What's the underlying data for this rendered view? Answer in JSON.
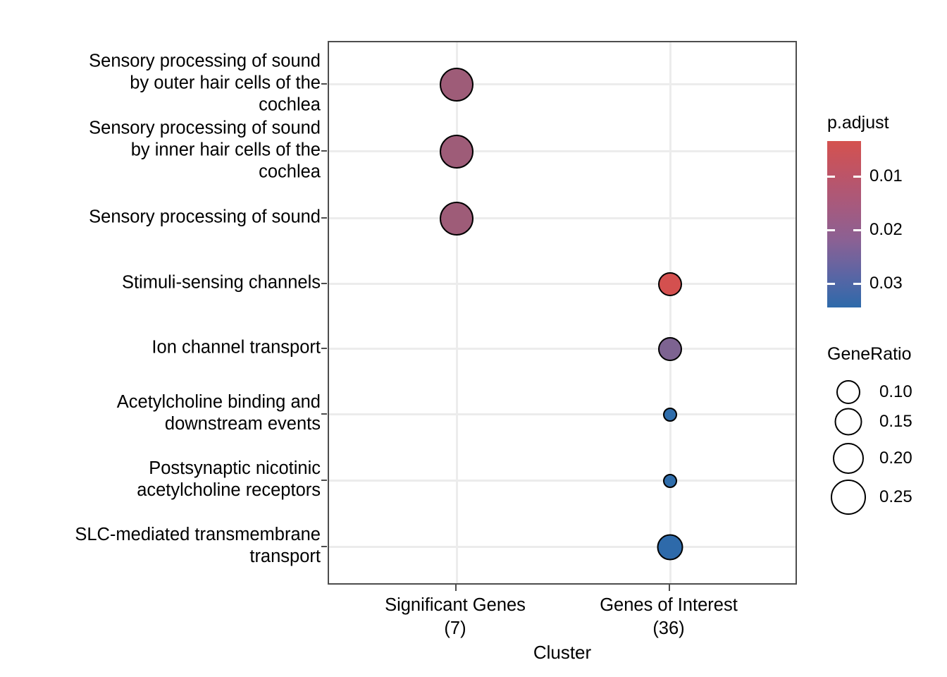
{
  "chart_data": {
    "type": "scatter",
    "plot_kind": "dotplot",
    "title": "",
    "xlabel": "Cluster",
    "ylabel": "",
    "categories": [
      "Sensory processing of sound\nby outer hair cells of the\ncochlea",
      "Sensory processing of sound\nby inner hair cells of the\ncochlea",
      "Sensory processing of sound",
      "Stimuli-sensing channels",
      "Ion channel transport",
      "Acetylcholine binding and\ndownstream events",
      "Postsynaptic nicotinic\nacetylcholine receptors",
      "SLC-mediated transmembrane\ntransport"
    ],
    "x_categories": [
      "Significant Genes\n(7)",
      "Genes of Interest\n(36)"
    ],
    "grid": true,
    "legend_position": "right",
    "points": [
      {
        "cluster": "Significant Genes (7)",
        "pathway": "Sensory processing of sound by outer hair cells of the cochlea",
        "GeneRatio": 0.2857,
        "p.adjust": 0.019,
        "color": "#9e5c78",
        "row": 0,
        "col": 0,
        "r": 24
      },
      {
        "cluster": "Significant Genes (7)",
        "pathway": "Sensory processing of sound by inner hair cells of the cochlea",
        "GeneRatio": 0.2857,
        "p.adjust": 0.019,
        "color": "#9e5c78",
        "row": 1,
        "col": 0,
        "r": 24
      },
      {
        "cluster": "Significant Genes (7)",
        "pathway": "Sensory processing of sound",
        "GeneRatio": 0.2857,
        "p.adjust": 0.019,
        "color": "#9e5c78",
        "row": 2,
        "col": 0,
        "r": 24
      },
      {
        "cluster": "Genes of Interest (36)",
        "pathway": "Stimuli-sensing channels",
        "GeneRatio": 0.1667,
        "p.adjust": 0.008,
        "color": "#d4504f",
        "row": 3,
        "col": 1,
        "r": 17
      },
      {
        "cluster": "Genes of Interest (36)",
        "pathway": "Ion channel transport",
        "GeneRatio": 0.1667,
        "p.adjust": 0.021,
        "color": "#7d6391",
        "row": 4,
        "col": 1,
        "r": 17
      },
      {
        "cluster": "Genes of Interest (36)",
        "pathway": "Acetylcholine binding and downstream events",
        "GeneRatio": 0.0833,
        "p.adjust": 0.032,
        "color": "#2f6dab",
        "row": 5,
        "col": 1,
        "r": 10
      },
      {
        "cluster": "Genes of Interest (36)",
        "pathway": "Postsynaptic nicotinic acetylcholine receptors",
        "GeneRatio": 0.0833,
        "p.adjust": 0.033,
        "color": "#2f6dab",
        "row": 6,
        "col": 1,
        "r": 10
      },
      {
        "cluster": "Genes of Interest (36)",
        "pathway": "SLC-mediated transmembrane transport",
        "GeneRatio": 0.1944,
        "p.adjust": 0.033,
        "color": "#2e6aaa",
        "row": 7,
        "col": 1,
        "r": 18
      }
    ],
    "color_legend": {
      "title": "p.adjust",
      "ticks": [
        "0.01",
        "0.02",
        "0.03"
      ],
      "tick_values": [
        0.01,
        0.02,
        0.03
      ],
      "high_color": "#d4524f",
      "low_color": "#2e6aaa",
      "scale_top_value": 0.005,
      "scale_bottom_value": 0.036
    },
    "size_legend": {
      "title": "GeneRatio",
      "entries": [
        {
          "label": "0.10",
          "value": 0.1,
          "r": 17
        },
        {
          "label": "0.15",
          "value": 0.15,
          "r": 19.5
        },
        {
          "label": "0.20",
          "value": 0.2,
          "r": 22
        },
        {
          "label": "0.25",
          "value": 0.25,
          "r": 25
        }
      ]
    }
  },
  "axis": {
    "x_title": "Cluster",
    "x_labels": [
      {
        "line1": "Significant Genes",
        "line2": "(7)",
        "text": "Significant Genes\n(7)"
      },
      {
        "line1": "Genes of Interest",
        "line2": "(36)",
        "text": "Genes of Interest\n(36)"
      }
    ],
    "y_labels": [
      "Sensory processing of sound\nby outer hair cells of the\ncochlea",
      "Sensory processing of sound\nby inner hair cells of the\ncochlea",
      "Sensory processing of sound",
      "Stimuli-sensing channels",
      "Ion channel transport",
      "Acetylcholine binding and\ndownstream events",
      "Postsynaptic nicotinic\nacetylcholine receptors",
      "SLC-mediated transmembrane\ntransport"
    ]
  },
  "colors": {
    "panel_border": "#4d4d4d",
    "gridline": "#ececec",
    "background": "#ffffff",
    "dot_stroke": "#000000"
  }
}
